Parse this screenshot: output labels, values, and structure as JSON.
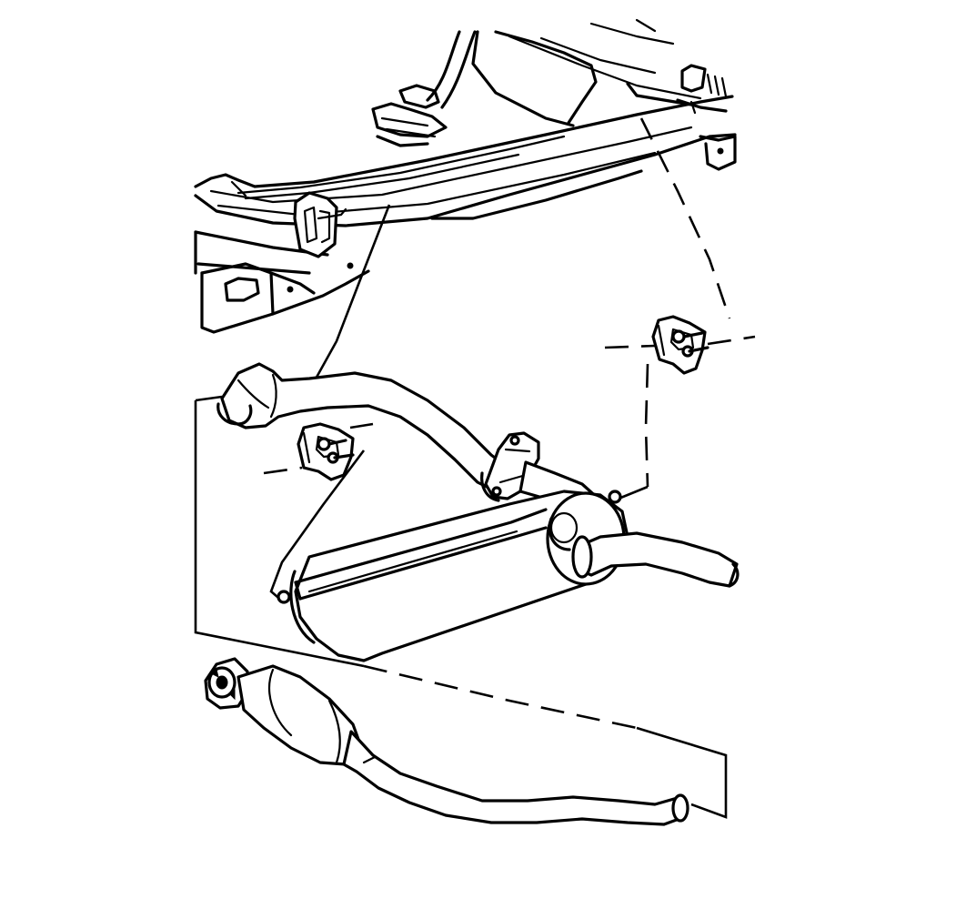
{
  "diagram": {
    "colors": {
      "line": "#000000",
      "background": "#ffffff"
    },
    "parts": [
      "vehicle-underbody-frame",
      "rear-exhaust-hanger",
      "front-exhaust-hanger",
      "intermediate-pipe",
      "pipe-clamp",
      "muffler",
      "tail-pipe",
      "catalytic-converter-pipe"
    ]
  }
}
